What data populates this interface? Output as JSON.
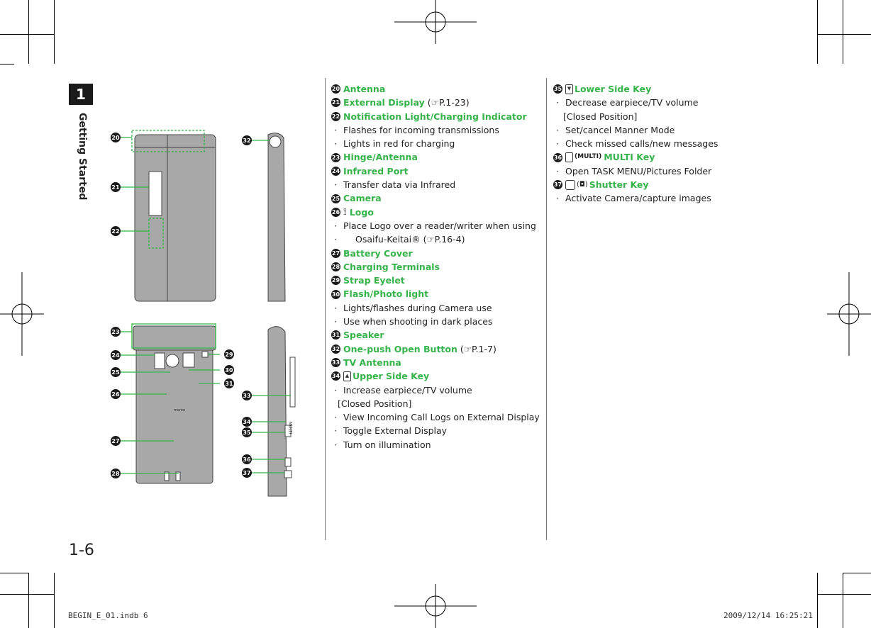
{
  "chapter": {
    "number": "1",
    "title": "Getting Started"
  },
  "page_number": "1-6",
  "footer": {
    "left": "BEGIN_E_01.indb   6",
    "right": "2009/12/14   16:25:21"
  },
  "colors": {
    "accent": "#36b34a",
    "text": "#222222",
    "phone_body": "#a8a8a8"
  },
  "col2": [
    {
      "num": "20",
      "title": "Antenna"
    },
    {
      "num": "21",
      "title": "External Display",
      "ref": "(☞P.1-23)"
    },
    {
      "num": "22",
      "title": "Notification Light/Charging Indicator",
      "bullets": [
        "Flashes for incoming transmissions",
        "Lights in red for charging"
      ]
    },
    {
      "num": "23",
      "title": "Hinge/Antenna"
    },
    {
      "num": "24",
      "title": "Infrared Port",
      "bullets": [
        "Transfer data via Infrared"
      ]
    },
    {
      "num": "25",
      "title": "Camera"
    },
    {
      "num": "26",
      "title": "Logo",
      "bullets_multi": [
        "Place Logo over a reader/writer when using",
        "Osaifu-Keitai® (☞P.16-4)"
      ]
    },
    {
      "num": "27",
      "title": "Battery Cover"
    },
    {
      "num": "28",
      "title": "Charging Terminals"
    },
    {
      "num": "29",
      "title": "Strap Eyelet"
    },
    {
      "num": "30",
      "title": "Flash/Photo light",
      "bullets": [
        "Lights/flashes during Camera use",
        "Use when shooting in dark places"
      ]
    },
    {
      "num": "31",
      "title": "Speaker"
    },
    {
      "num": "32",
      "title": "One-push Open Button",
      "ref": "(☞P.1-7)"
    },
    {
      "num": "33",
      "title": "TV Antenna"
    },
    {
      "num": "34",
      "title": "Upper Side Key",
      "key": "▲",
      "bullets": [
        "Increase earpiece/TV volume"
      ],
      "subhead": "[Closed Position]",
      "bullets2": [
        "View Incoming Call Logs on External Display",
        "Toggle External Display",
        "Turn on illumination"
      ]
    }
  ],
  "col3": [
    {
      "num": "35",
      "title": "Lower Side Key",
      "key": "▼",
      "bullets": [
        "Decrease earpiece/TV volume"
      ],
      "subhead": "[Closed Position]",
      "bullets2": [
        "Set/cancel Manner Mode",
        "Check missed calls/new messages"
      ]
    },
    {
      "num": "36",
      "title": "MULTI Key",
      "key_label": "(MULTI)",
      "bullets": [
        "Open TASK MENU/Pictures Folder"
      ]
    },
    {
      "num": "37",
      "title": "Shutter Key",
      "key_label": "(◘)",
      "bullets": [
        "Activate Camera/capture images"
      ]
    }
  ],
  "diagram": {
    "front_labels": [
      "20",
      "21",
      "22"
    ],
    "side_top_labels": [
      "32"
    ],
    "back_labels": [
      "23",
      "24",
      "25",
      "26",
      "27",
      "28",
      "29",
      "30",
      "31"
    ],
    "side_bottom_labels": [
      "33",
      "34",
      "35",
      "36",
      "37"
    ],
    "back_brand_text": "mente",
    "side_multi_text": "MULTI"
  }
}
